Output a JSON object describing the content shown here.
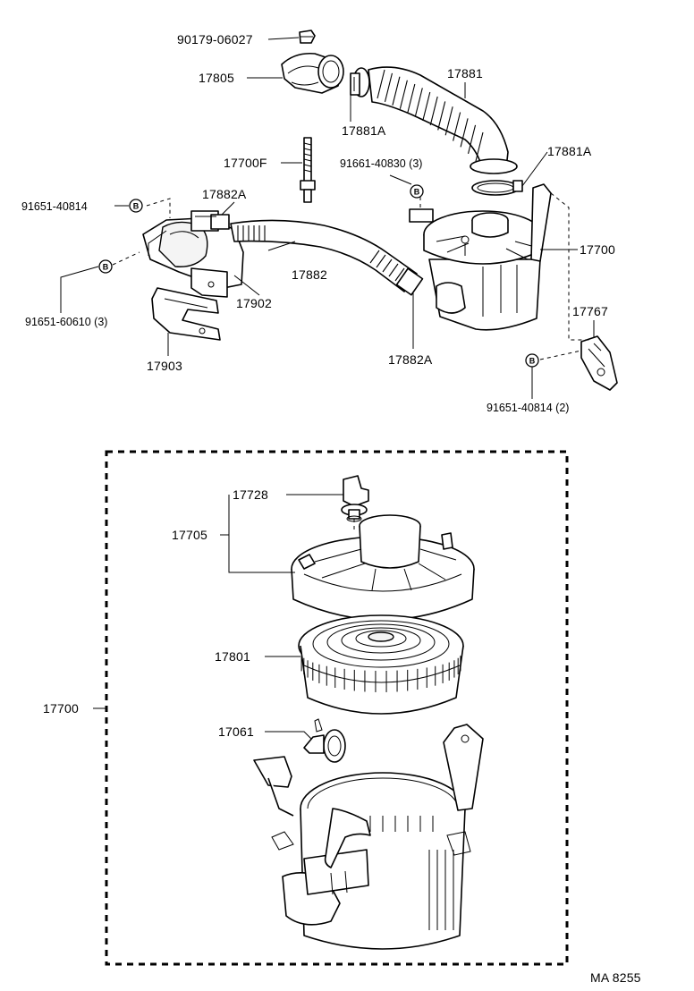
{
  "labels": {
    "p90179": "90179-06027",
    "p17805": "17805",
    "p17881_hose": "17881",
    "p17881A_top": "17881A",
    "p17881A_right": "17881A",
    "p17700F": "17700F",
    "p91661": "91661-40830 (3)",
    "p91651_top": "91651-40814",
    "p17882A_top": "17882A",
    "p17882": "17882",
    "p17882A_bottom": "17882A",
    "p17700_top": "17700",
    "p17902": "17902",
    "p91651_60610": "91651-60610 (3)",
    "p17903": "17903",
    "p17767": "17767",
    "p91651_right": "91651-40814 (2)",
    "p17728": "17728",
    "p17705": "17705",
    "p17801": "17801",
    "p17700_frame": "17700",
    "p17061": "17061",
    "drawing_id": "MA 8255"
  },
  "bolt_symbol": "B"
}
